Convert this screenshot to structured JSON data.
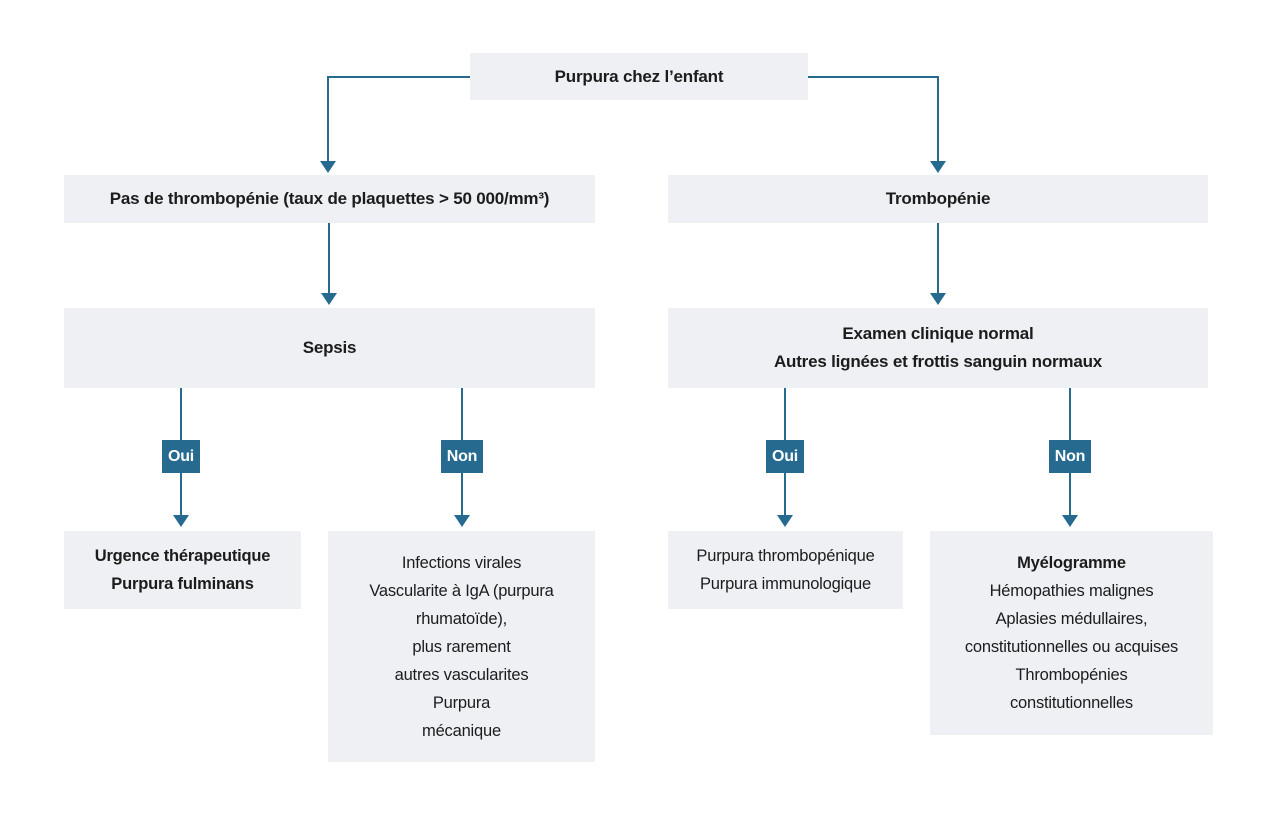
{
  "colors": {
    "accent": "#266b8f",
    "box_bg": "#eef0f4",
    "text": "#1c1c1c",
    "badge_text": "#ffffff"
  },
  "root": {
    "label": "Purpura chez l’enfant"
  },
  "left_branch": {
    "condition": "Pas de thrombopénie (taux de plaquettes > 50 000/mm³)",
    "question": "Sepsis",
    "yes_badge": "Oui",
    "no_badge": "Non",
    "yes_result": "Urgence thérapeutique\nPurpura fulminans",
    "no_result": "Infections virales\nVascularite à IgA (purpura\nrhumatoïde),\nplus rarement\nautres vascularites\nPurpura\nmécanique"
  },
  "right_branch": {
    "condition": "Trombopénie",
    "question": "Examen clinique normal\nAutres lignées et frottis sanguin normaux",
    "yes_badge": "Oui",
    "no_badge": "Non",
    "yes_result": "Purpura thrombopénique\nPurpura immunologique",
    "no_result_title": "Myélogramme",
    "no_result_body": "Hémopathies malignes\nAplasies médullaires,\nconstitutionnelles ou acquises\nThrombopénies\nconstitutionnelles"
  }
}
